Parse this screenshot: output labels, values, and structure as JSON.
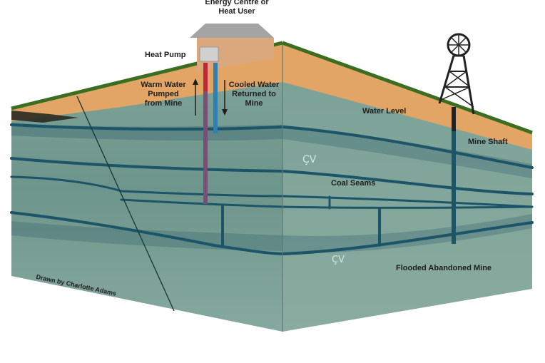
{
  "labels": {
    "energy_centre_line1": "Energy Centre or",
    "energy_centre_line2": "Heat User",
    "heat_pump": "Heat Pump",
    "warm_water_line1": "Warm Water",
    "warm_water_line2": "Pumped",
    "warm_water_line3": "from Mine",
    "cooled_water_line1": "Cooled Water",
    "cooled_water_line2": "Returned to",
    "cooled_water_line3": "Mine",
    "water_level": "Water Level",
    "mine_shaft": "Mine Shaft",
    "coal_seams": "Coal Seams",
    "flooded_mine": "Flooded Abandoned Mine",
    "credit": "Drawn by Charlotte Adams"
  },
  "colors": {
    "soil": "#e2a565",
    "water_front": "#6f958b",
    "water_side": "#7aa096",
    "seam": "#1c5468",
    "grass": "#3c6e22",
    "warm_pipe": "#c0283c",
    "cool_pipe": "#2e7fb2",
    "mixed_pipe": "#7a4f77",
    "building": "#dba77c",
    "roof": "#a4a4a4",
    "tower": "#222222"
  },
  "icons": [
    "headframe-icon",
    "building-icon",
    "up-arrow-icon",
    "down-arrow-icon"
  ]
}
